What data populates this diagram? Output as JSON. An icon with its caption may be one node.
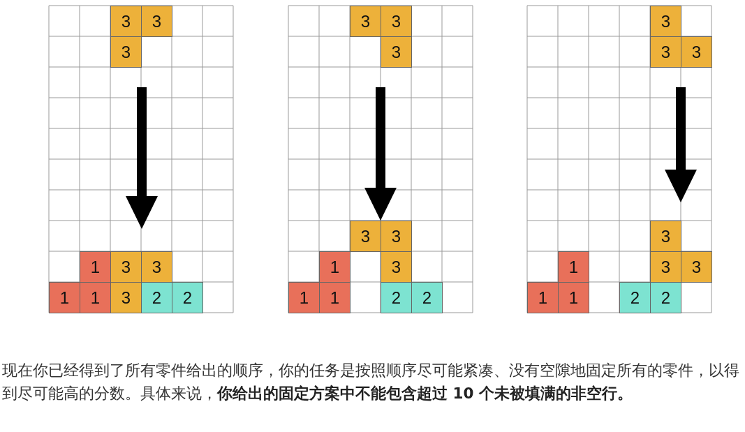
{
  "diagram": {
    "caption": "现在你已经得到了所有零件给出的顺序，你的任务是按照顺序尽可能紧凑、没有空隙地固定所有的零件，以得到尽可能高的分数。具体来说，**你给出的固定方案中不能包含超过 10 个未被填满的非空行。**",
    "nodes": [
      {
        "text": [
          "3"
        ]
      },
      {
        "text": [
          "3"
        ]
      },
      {
        "text": [
          "3"
        ]
      },
      {
        "text": [
          "1"
        ]
      },
      {
        "text": [
          "3"
        ]
      },
      {
        "text": [
          "3"
        ]
      },
      {
        "text": [
          "1"
        ]
      },
      {
        "text": [
          "1"
        ]
      },
      {
        "text": [
          "3"
        ]
      },
      {
        "text": [
          "2"
        ]
      },
      {
        "text": [
          "2"
        ]
      },
      {
        "text": [
          "3"
        ]
      },
      {
        "text": [
          "3"
        ]
      },
      {
        "text": [
          "3"
        ]
      },
      {
        "text": [
          "3"
        ]
      },
      {
        "text": [
          "3"
        ]
      },
      {
        "text": [
          "1"
        ]
      },
      {
        "text": [
          "3"
        ]
      },
      {
        "text": [
          "1"
        ]
      },
      {
        "text": [
          "1"
        ]
      },
      {
        "text": [
          "2"
        ]
      },
      {
        "text": [
          "2"
        ]
      },
      {
        "text": [
          "3"
        ]
      },
      {
        "text": [
          "3"
        ]
      },
      {
        "text": [
          "3"
        ]
      },
      {
        "text": [
          "3"
        ]
      },
      {
        "text": [
          "1"
        ]
      },
      {
        "text": [
          "3"
        ]
      },
      {
        "text": [
          "3"
        ]
      },
      {
        "text": [
          "1"
        ]
      },
      {
        "text": [
          "1"
        ]
      },
      {
        "text": [
          "2"
        ]
      },
      {
        "text": [
          "2"
        ]
      }
    ],
    "edges": [
      {
        "from": 2,
        "to": 4,
        "arrow": "to"
      },
      {
        "from": 13,
        "to": 14,
        "arrow": "to"
      },
      {
        "from": 23,
        "to": 25,
        "arrow": "to"
      }
    ]
  }
}
